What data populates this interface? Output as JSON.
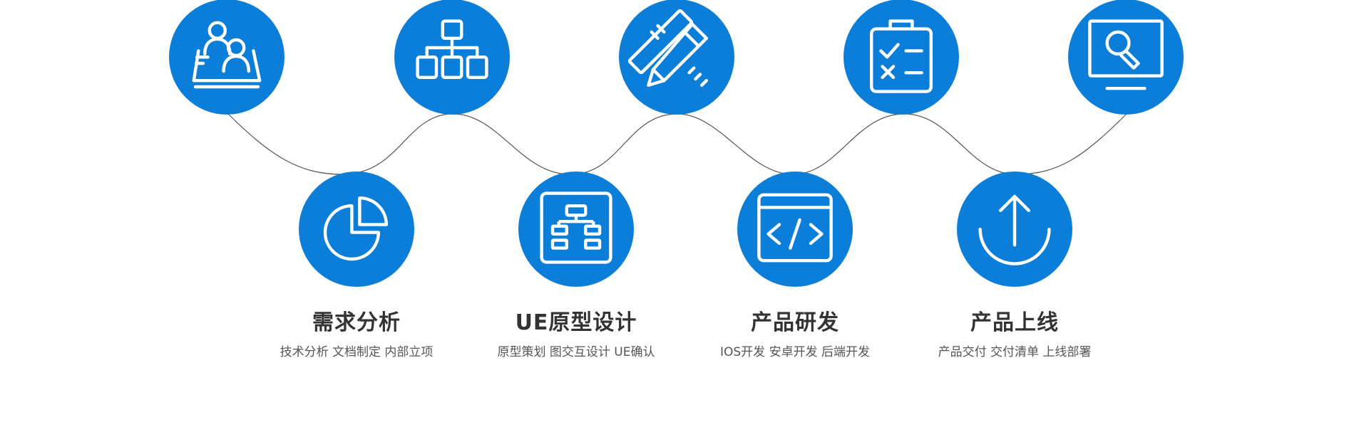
{
  "theme": {
    "accent": "#0a7ed8",
    "line": "#555555",
    "title_color": "#333333",
    "sub_color": "#555555"
  },
  "top_icons": [
    {
      "icon": "users-meeting-icon"
    },
    {
      "icon": "org-chart-icon"
    },
    {
      "icon": "pencil-ruler-icon"
    },
    {
      "icon": "checklist-clipboard-icon"
    },
    {
      "icon": "monitor-wrench-icon"
    }
  ],
  "steps": [
    {
      "icon": "pie-chart-icon",
      "title": "需求分析",
      "subtitle": "技术分析 文档制定 内部立项"
    },
    {
      "icon": "sitemap-icon",
      "title": "UE原型设计",
      "subtitle": "原型策划 图交互设计 UE确认"
    },
    {
      "icon": "code-window-icon",
      "title": "产品研发",
      "subtitle": "IOS开发 安卓开发 后端开发"
    },
    {
      "icon": "upload-arrow-icon",
      "title": "产品上线",
      "subtitle": "产品交付 交付清单 上线部署"
    }
  ]
}
